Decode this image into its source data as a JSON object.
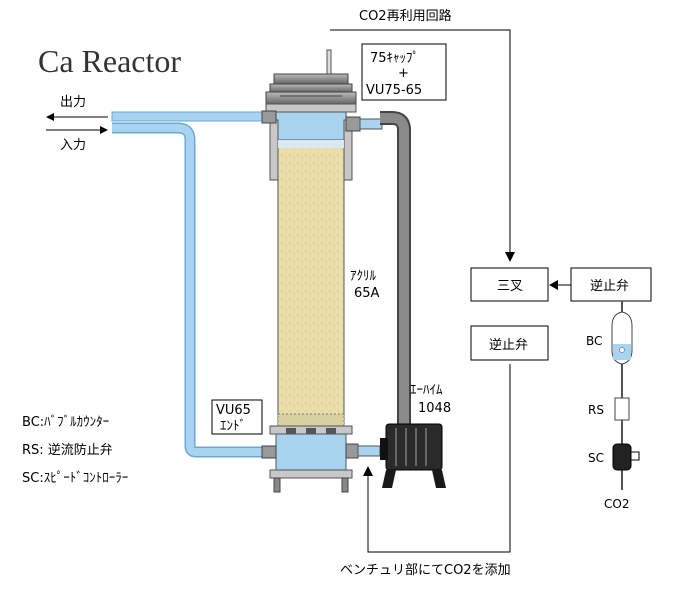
{
  "title": "Ca Reactor",
  "labels": {
    "co2_reuse_loop": "CO2再利用回路",
    "cap_line1": "75ｷｬｯﾌﾟ",
    "cap_line2": "+",
    "cap_line3": "VU75-65",
    "output": "出力",
    "input": "入力",
    "acrylic_line1": "ｱｸﾘﾙ",
    "acrylic_line2": "65A",
    "eheim_line1": "ｴｰﾊｲﾑ",
    "eheim_line2": "1048",
    "vu65_line1": "VU65",
    "vu65_line2": "ｴﾝﾄﾞ",
    "three_way": "三叉",
    "check_valve_top": "逆止弁",
    "check_valve_bottom": "逆止弁",
    "bc_small": "BC",
    "rs_small": "RS",
    "sc_small": "SC",
    "co2": "CO2",
    "venturi_note": "ベンチュリ部にてCO2を添加"
  },
  "legend": [
    "BC:ﾊﾞﾌﾞﾙｶｳﾝﾀｰ",
    "RS: 逆流防止弁",
    "SC:ｽﾋﾟｰﾄﾞｺﾝﾄﾛｰﾗｰ"
  ],
  "colors": {
    "water": "#a8d4f0",
    "water_dark": "#7ab8e0",
    "media": "#eadfa8",
    "vessel_edge": "#555555",
    "pipe_gray": "#707070",
    "pump": "#2a2a2a"
  }
}
